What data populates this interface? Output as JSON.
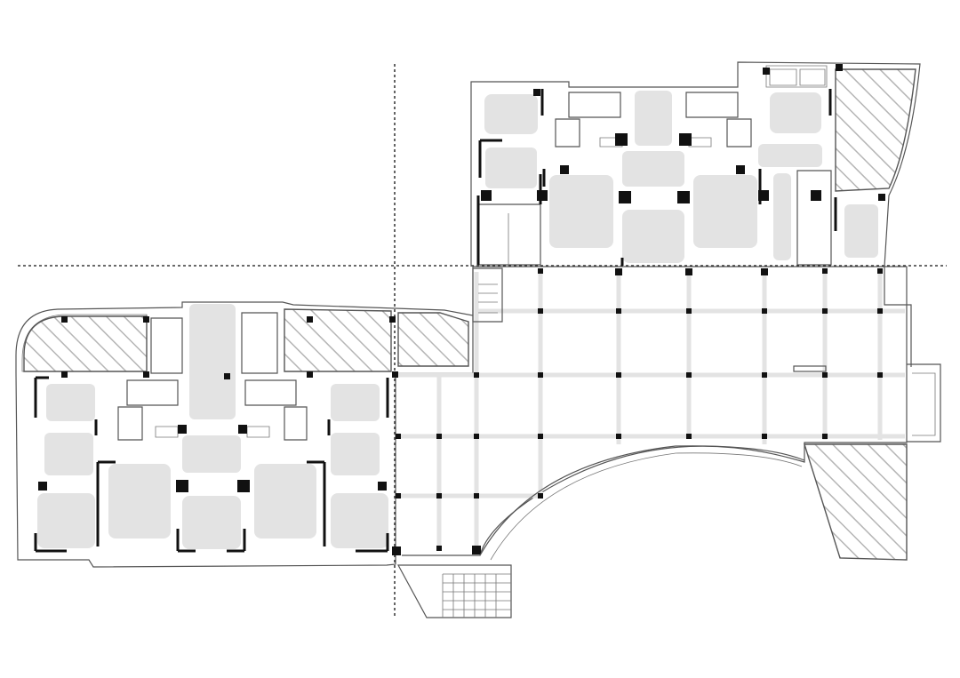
{
  "drawing": {
    "type": "architectural floor plan",
    "theme": {
      "background": "#ffffff",
      "room_fill": "#e3e3e3",
      "wall": "#555555",
      "column": "#111111",
      "hatch": "#b5b5b5"
    },
    "elements": [
      "west-residential-wing",
      "east-residential-wing",
      "central-column-grid",
      "curved-entrance-plaza",
      "hatched-landscape-zones",
      "stair-blocks",
      "dashed-axis-lines"
    ]
  }
}
